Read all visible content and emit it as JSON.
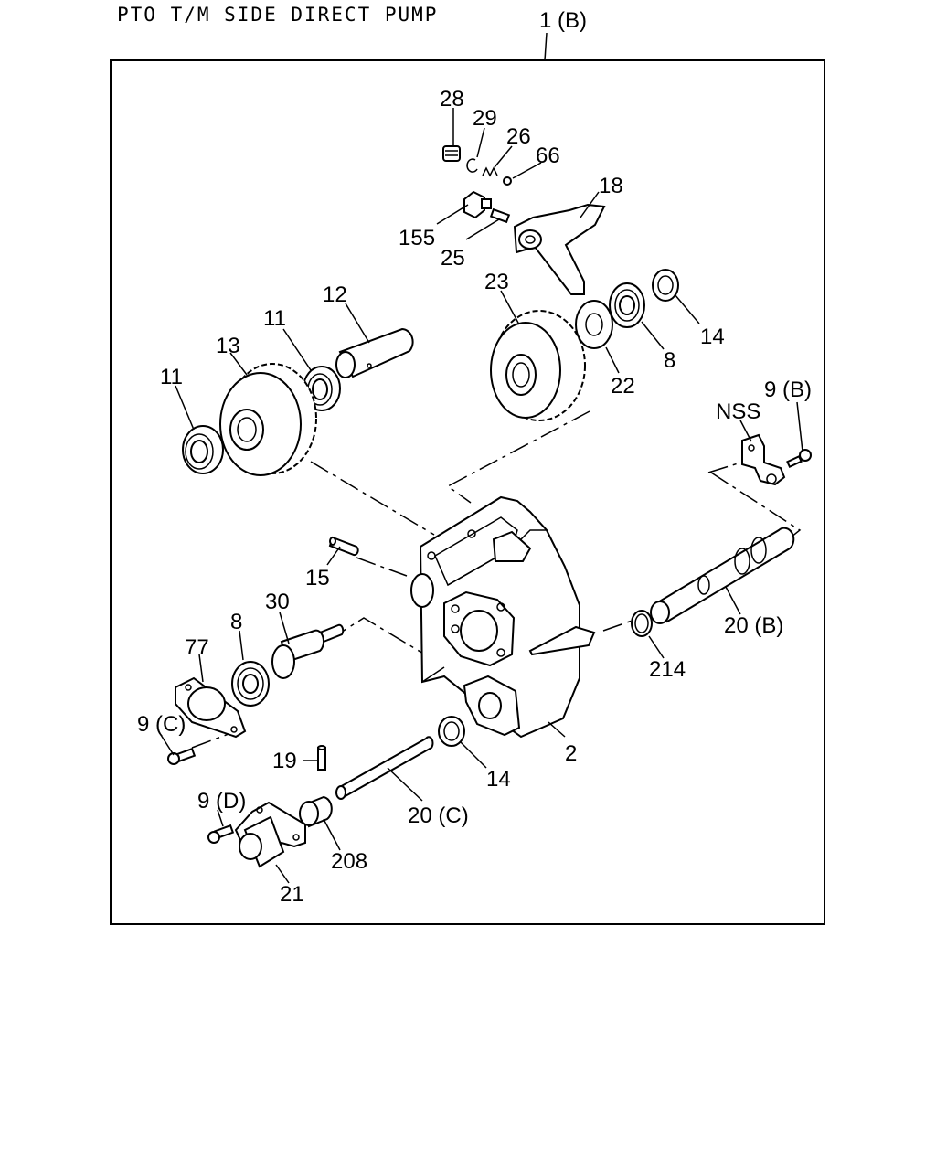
{
  "title": "PTO T/M SIDE DIRECT PUMP",
  "assembly_label": "1 (B)",
  "callouts": {
    "c28": "28",
    "c29": "29",
    "c26": "26",
    "c66": "66",
    "c18": "18",
    "c155": "155",
    "c25": "25",
    "c12": "12",
    "c11a": "11",
    "c13": "13",
    "c11b": "11",
    "c23": "23",
    "c14a": "14",
    "c8a": "8",
    "c22": "22",
    "c9b": "9 (B)",
    "cNSS": "NSS",
    "c15": "15",
    "c30": "30",
    "c8b": "8",
    "c77": "77",
    "c20b": "20 (B)",
    "c214": "214",
    "c9c": "9 (C)",
    "c19": "19",
    "c14b": "14",
    "c2": "2",
    "c20c": "20 (C)",
    "c9d": "9 (D)",
    "c208": "208",
    "c21": "21"
  }
}
